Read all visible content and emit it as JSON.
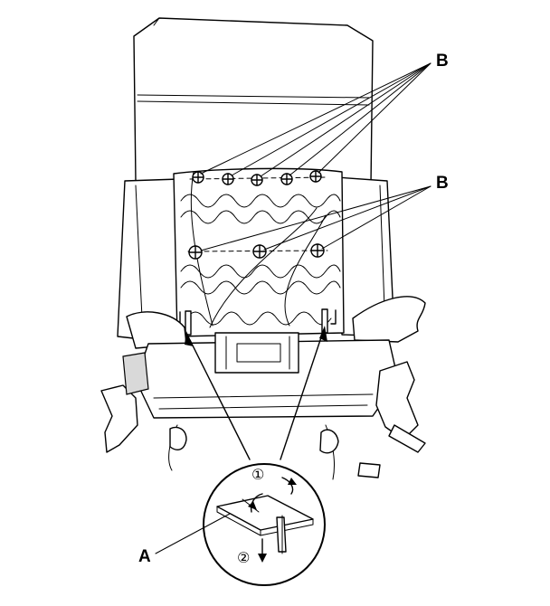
{
  "callouts": {
    "clip_label": "A",
    "hog_ring_label_upper": "B",
    "hog_ring_label_lower": "B"
  },
  "detail_steps": {
    "step1": "①",
    "step2": "②"
  }
}
